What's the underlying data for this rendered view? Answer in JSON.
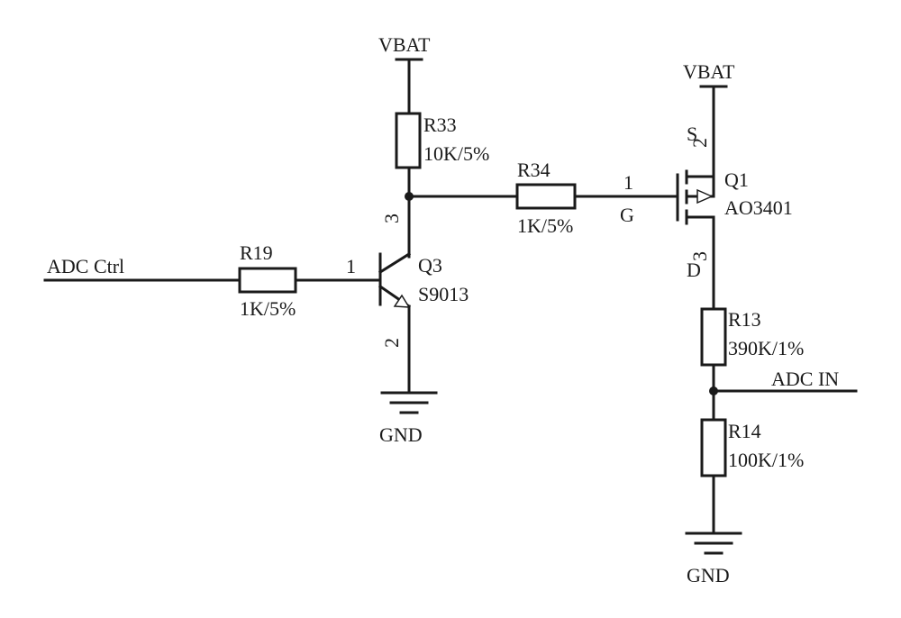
{
  "nets": {
    "vbat_q3": "VBAT",
    "vbat_q1": "VBAT",
    "gnd_q3": "GND",
    "gnd_r14": "GND",
    "adc_ctrl": "ADC  Ctrl",
    "adc_in": "ADC  IN"
  },
  "components": {
    "r33": {
      "ref": "R33",
      "value": "10K/5%"
    },
    "r34": {
      "ref": "R34",
      "value": "1K/5%"
    },
    "r19": {
      "ref": "R19",
      "value": "1K/5%"
    },
    "r13": {
      "ref": "R13",
      "value": "390K/1%"
    },
    "r14": {
      "ref": "R14",
      "value": "100K/1%"
    },
    "q3": {
      "ref": "Q3",
      "value": "S9013",
      "pin_base": "1",
      "pin_collector": "3",
      "pin_emitter": "2"
    },
    "q1": {
      "ref": "Q1",
      "value": "AO3401",
      "pin_gate": "1",
      "pin_source": "2",
      "pin_drain": "3",
      "label_gate": "G",
      "label_source": "S",
      "label_drain": "D"
    }
  }
}
